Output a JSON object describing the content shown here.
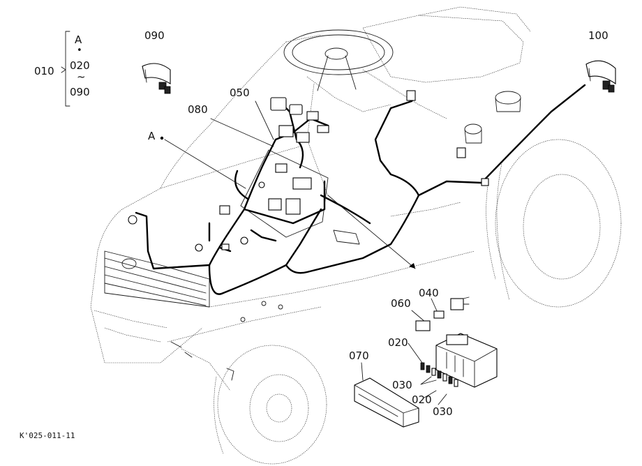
{
  "diagram": {
    "callouts": {
      "c010": "010",
      "groupA": "A",
      "dot": "•",
      "c020_top": "020",
      "tilde": "~",
      "c090_group": "090",
      "c090": "090",
      "c100": "100",
      "c050": "050",
      "c080": "080",
      "refA": "A",
      "c040": "040",
      "c060": "060",
      "c020_a": "020",
      "c070": "070",
      "c030_a": "030",
      "c020_b": "020",
      "c030_b": "030"
    },
    "figure_code": "K'025-011-11"
  }
}
